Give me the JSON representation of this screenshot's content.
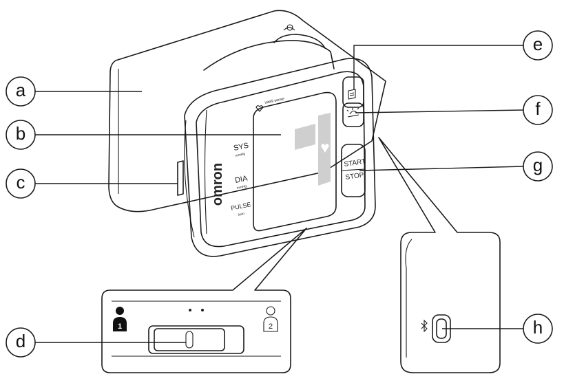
{
  "device": {
    "brand": "omron",
    "brand_sub": "intelli\nsense",
    "screen_labels": {
      "sys": "SYS",
      "sys_unit": "mmHg",
      "dia": "DIA",
      "dia_unit": "mmHg",
      "pulse": "PULSE",
      "pulse_unit": "/min"
    },
    "button_start": "START",
    "button_stop": "STOP",
    "user_1": "1",
    "user_2": "2"
  },
  "callouts": [
    {
      "id": "a",
      "label": "a"
    },
    {
      "id": "b",
      "label": "b"
    },
    {
      "id": "c",
      "label": "c"
    },
    {
      "id": "d",
      "label": "d"
    },
    {
      "id": "e",
      "label": "e"
    },
    {
      "id": "f",
      "label": "f"
    },
    {
      "id": "g",
      "label": "g"
    },
    {
      "id": "h",
      "label": "h"
    }
  ],
  "icons": {
    "memory": "memory-icon",
    "morning": "morning-hypertension-icon",
    "heart": "heart-icon",
    "bluetooth": "bluetooth-icon",
    "user": "user-icon"
  }
}
